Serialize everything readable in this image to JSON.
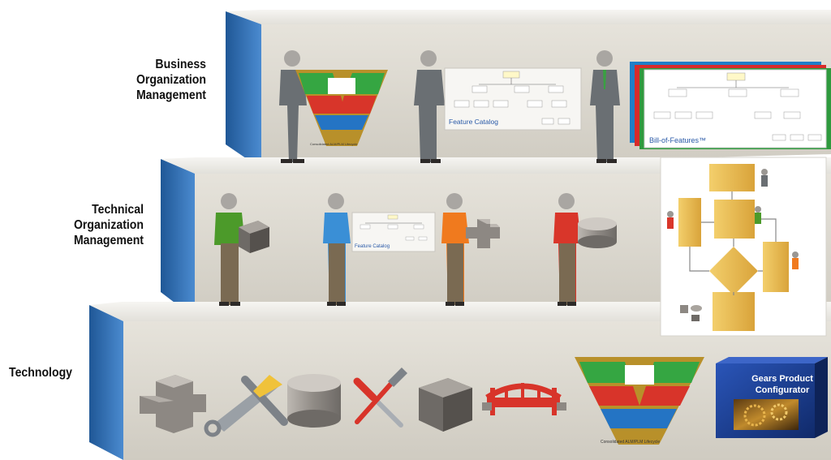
{
  "tiers": [
    {
      "label_lines": [
        "Business",
        "Organization",
        "Management"
      ]
    },
    {
      "label_lines": [
        "Technical",
        "Organization",
        "Management"
      ]
    },
    {
      "label_lines": [
        "Technology"
      ]
    }
  ],
  "documents": {
    "feature_catalog_caption": "Feature Catalog",
    "feature_catalog_small_caption": "Feature Catalog",
    "bill_of_features_caption": "Bill-of-Features™",
    "v_chart_caption": "Consolidated ALM/PLM Lifecycle"
  },
  "product_box": {
    "title_line1": "Gears Product",
    "title_line2": "Configurator"
  },
  "colors": {
    "shelf_face": "#dcd9d0",
    "shelf_top": "#efede8",
    "shelf_side_blue": "#2f6fb3",
    "product_box_blue": "#1b3c8c",
    "flow_gold": "#e7b84a",
    "shirt_green": "#4c9a2a",
    "shirt_blue": "#3a8fd6",
    "shirt_orange": "#f07a1e",
    "shirt_red": "#d9362a"
  },
  "icons": [
    "plus-block-icon",
    "saw-wrench-icon",
    "cylinder-icon",
    "screwdriver-hammer-icon",
    "cube-icon",
    "bridge-icon",
    "v-chart-icon"
  ]
}
